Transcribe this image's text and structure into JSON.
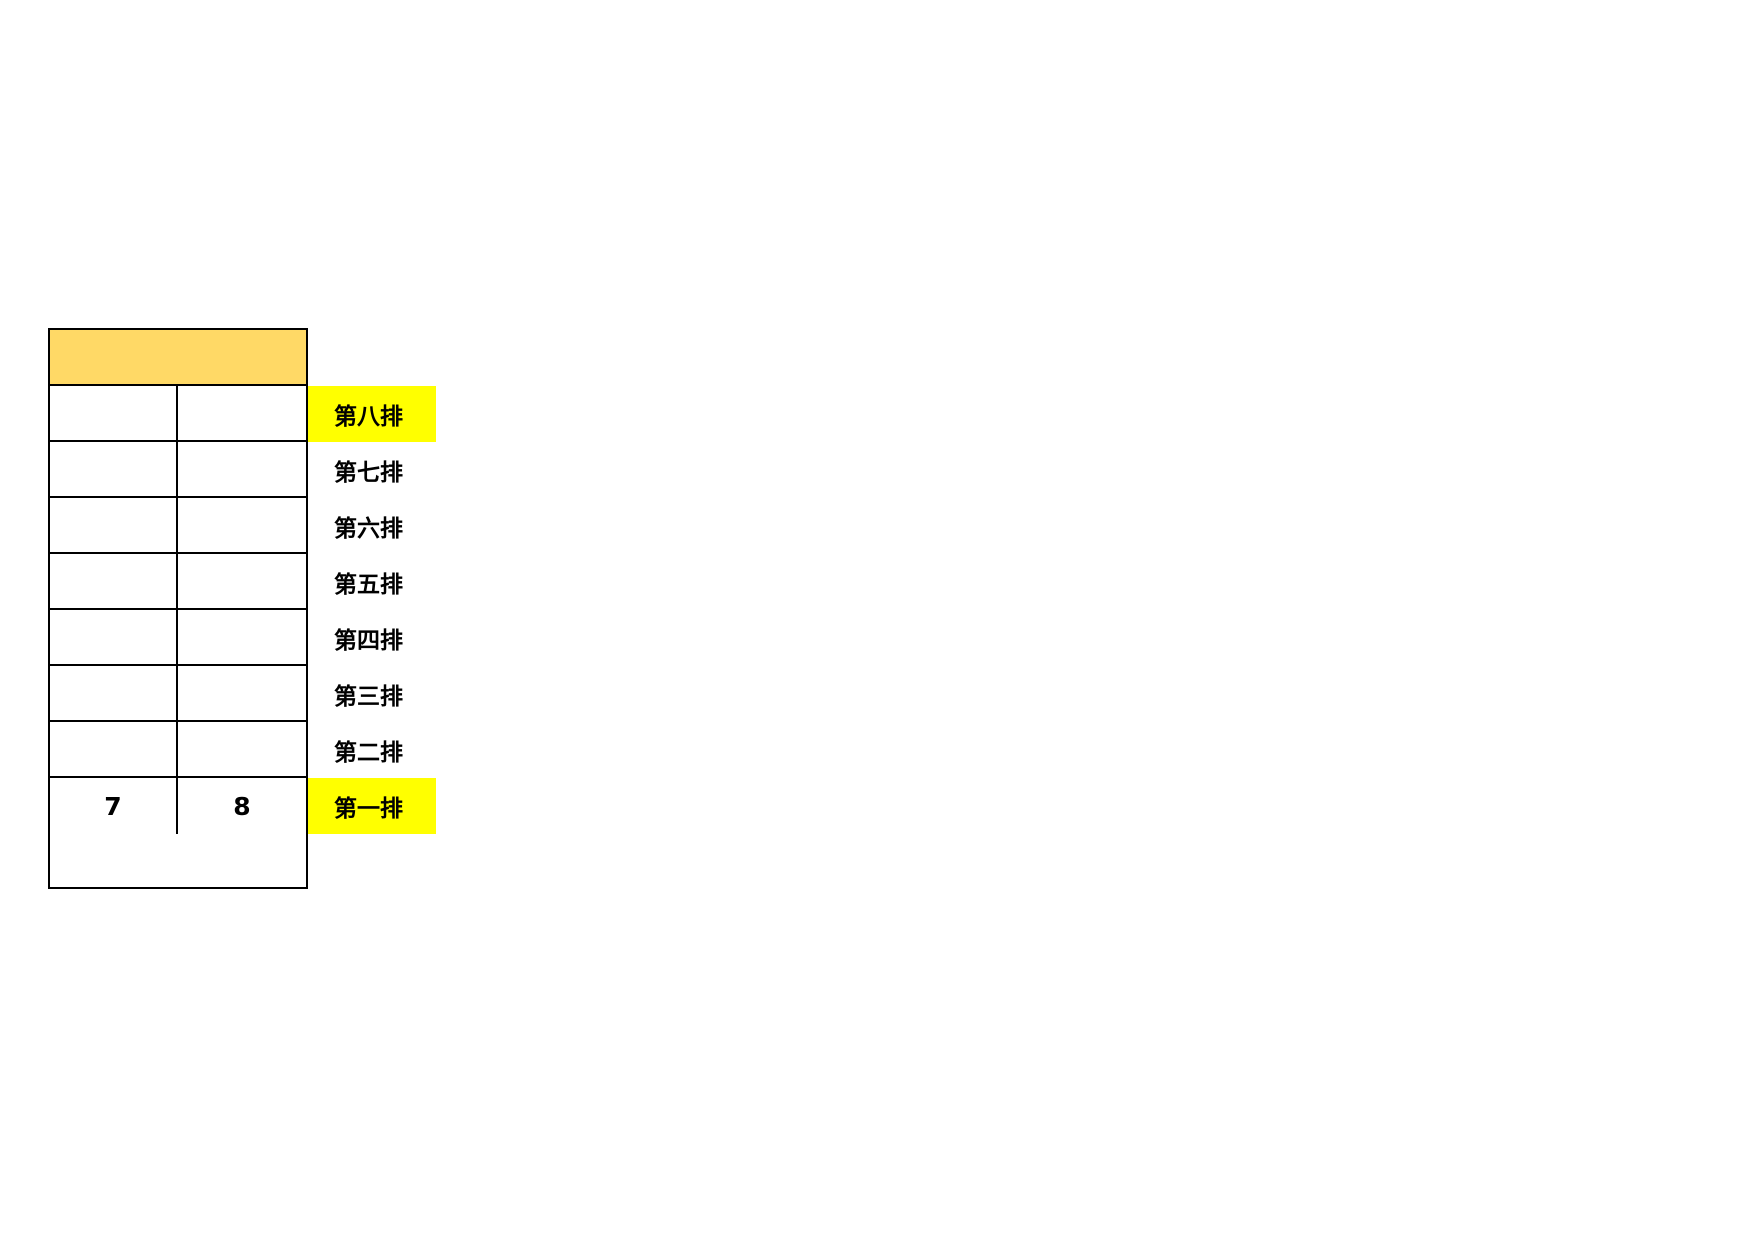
{
  "table": {
    "header_color": "#FFD966",
    "highlight_color": "#FFFF00",
    "columns": 2,
    "rows": [
      {
        "label": "第八排",
        "highlighted": true,
        "cells": [
          "",
          ""
        ]
      },
      {
        "label": "第七排",
        "highlighted": false,
        "cells": [
          "",
          ""
        ]
      },
      {
        "label": "第六排",
        "highlighted": false,
        "cells": [
          "",
          ""
        ]
      },
      {
        "label": "第五排",
        "highlighted": false,
        "cells": [
          "",
          ""
        ]
      },
      {
        "label": "第四排",
        "highlighted": false,
        "cells": [
          "",
          ""
        ]
      },
      {
        "label": "第三排",
        "highlighted": false,
        "cells": [
          "",
          ""
        ]
      },
      {
        "label": "第二排",
        "highlighted": false,
        "cells": [
          "",
          ""
        ]
      },
      {
        "label": "第一排",
        "highlighted": true,
        "cells": [
          "7",
          "8"
        ]
      }
    ]
  }
}
